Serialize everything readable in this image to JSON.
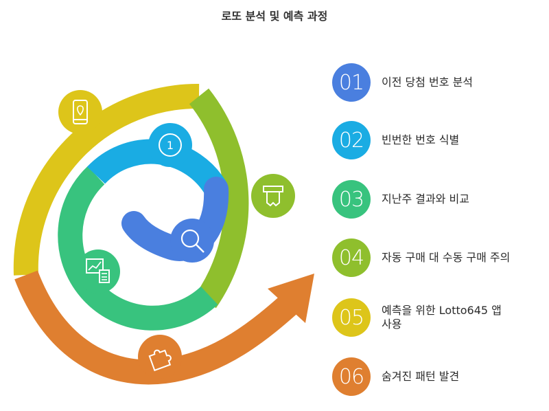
{
  "title": "로또 분석 및 예측 과정",
  "colors": {
    "blue": "#4a7fdf",
    "cyan": "#1aace3",
    "green": "#38c37e",
    "olive": "#8fbf2d",
    "yellow": "#ddc51a",
    "orange": "#df7f30"
  },
  "steps": [
    {
      "number": "01",
      "label": "이전 당첨 번호 분석",
      "color": "#4a7fdf"
    },
    {
      "number": "02",
      "label": "빈번한 번호 식별",
      "color": "#1aace3"
    },
    {
      "number": "03",
      "label": "지난주 결과와 비교",
      "color": "#38c37e"
    },
    {
      "number": "04",
      "label": "자동 구매 대 수동 구매 주의",
      "color": "#8fbf2d"
    },
    {
      "number": "05",
      "label": "예측을 위한 Lotto645 앱 사용",
      "color": "#ddc51a"
    },
    {
      "number": "06",
      "label": "숨겨진 패턴 발견",
      "color": "#df7f30"
    }
  ],
  "icons": {
    "spiral_blue": "magnifier-icon",
    "spiral_cyan": "number-one-icon",
    "spiral_green": "chart-calculator-icon",
    "spiral_olive": "receipt-printer-icon",
    "spiral_yellow": "phone-location-icon",
    "spiral_orange": "puzzle-icon"
  },
  "badge_one": "1"
}
